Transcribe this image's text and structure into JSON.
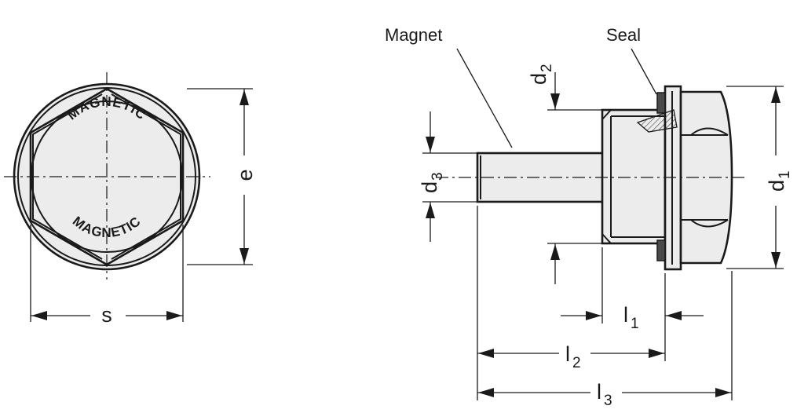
{
  "front_view": {
    "marking_top": "MAGNETIC",
    "marking_bottom": "MAGNETIC",
    "dim_width": "s",
    "dim_height": "e"
  },
  "side_view": {
    "callout_magnet": "Magnet",
    "callout_seal": "Seal",
    "dims": {
      "d1": {
        "main": "d",
        "sub": "1"
      },
      "d2": {
        "main": "d",
        "sub": "2"
      },
      "d3": {
        "main": "d",
        "sub": "3"
      },
      "l1": {
        "main": "l",
        "sub": "1"
      },
      "l2": {
        "main": "l",
        "sub": "2"
      },
      "l3": {
        "main": "l",
        "sub": "3"
      }
    }
  }
}
